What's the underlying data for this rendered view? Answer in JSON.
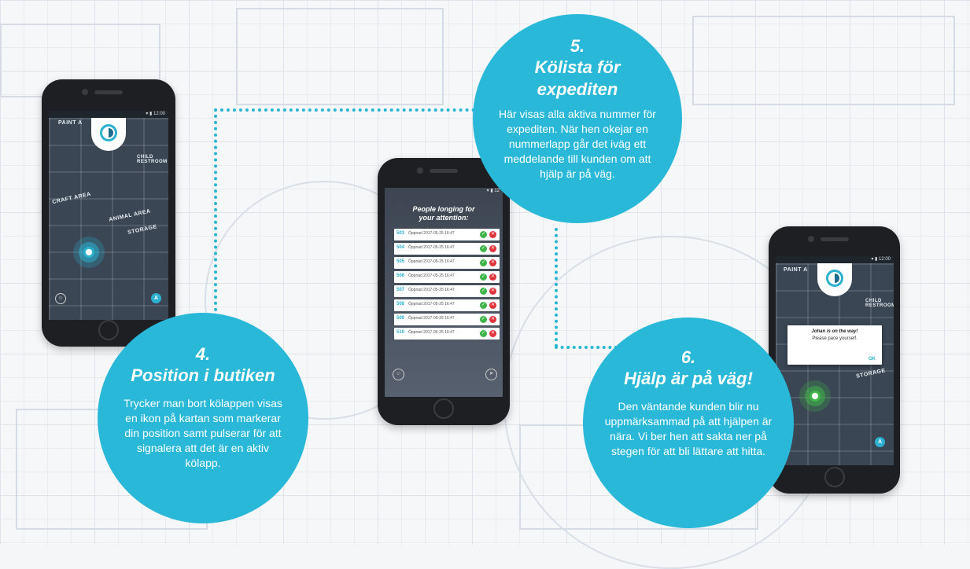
{
  "steps": [
    {
      "number": "4.",
      "title": "Position i butiken",
      "body": "Trycker man bort kölappen visas en ikon på kartan som markerar din position samt pulserar för att signalera att det är en aktiv kölapp."
    },
    {
      "number": "5.",
      "title_line1": "Kölista för",
      "title_line2": "expediten",
      "body": "Här visas alla aktiva nummer för expediten. När hen okejar en nummerlapp går det iväg ett meddelande till kunden om att hjälp är på väg."
    },
    {
      "number": "6.",
      "title": "Hjälp är på väg!",
      "body": "Den väntande kunden blir nu uppmärksammad på att hjälpen är nära. Vi ber hen att sakta ner på stegen för att bli lättare att hitta."
    }
  ],
  "phone_map": {
    "labels": [
      "PAINT A",
      "CHILD RESTROOM",
      "CRAFT AREA",
      "ANIMAL AREA",
      "STORAGE"
    ]
  },
  "phone_queue": {
    "title_line1": "People longing for",
    "title_line2": "your attention:",
    "rows": [
      {
        "num": "503",
        "text": "Öppnad 2017-05-25 16:47"
      },
      {
        "num": "504",
        "text": "Öppnad 2017-05-25 16:47"
      },
      {
        "num": "505",
        "text": "Öppnad 2017-05-25 16:47"
      },
      {
        "num": "506",
        "text": "Öppnad 2017-05-25 16:47"
      },
      {
        "num": "507",
        "text": "Öppnad 2017-05-25 16:47"
      },
      {
        "num": "508",
        "text": "Öppnad 2017-05-25 16:47"
      },
      {
        "num": "509",
        "text": "Öppnad 2017-05-25 16:47"
      },
      {
        "num": "510",
        "text": "Öppnad 2017-05-25 16:47"
      }
    ]
  },
  "phone_notify": {
    "dialog_title": "Johan is on the way!",
    "dialog_message": "Please pace yourself.",
    "dialog_ok": "OK"
  },
  "colors": {
    "accent": "#2ab8d8",
    "accept": "#3fb549",
    "reject": "#e0333a",
    "phone_body": "#1e1f22"
  }
}
